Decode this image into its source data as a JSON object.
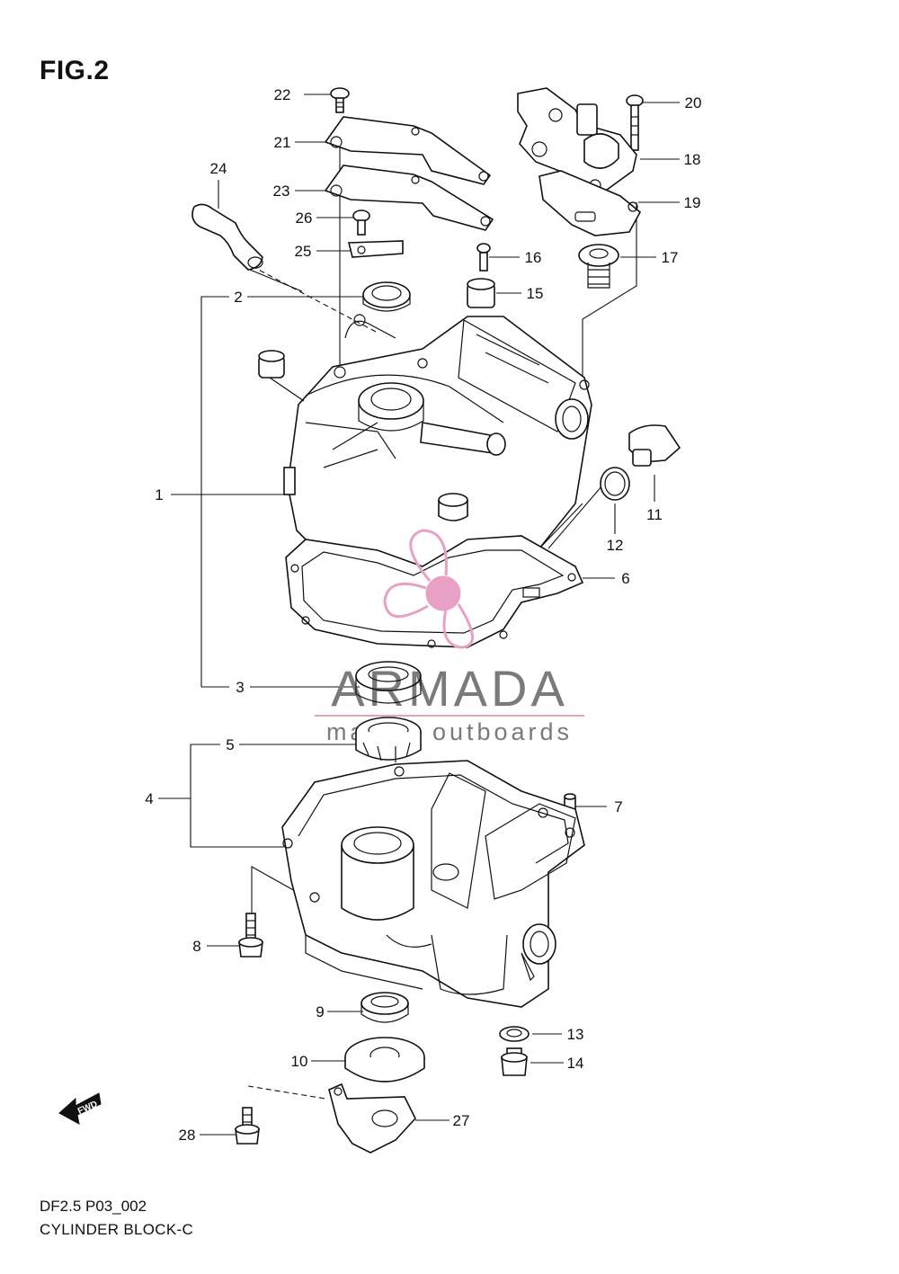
{
  "figure": {
    "title": "FIG.2",
    "code": "DF2.5 P03_002",
    "name": "CYLINDER BLOCK-C"
  },
  "watermark": {
    "brand": "ARMADA",
    "tagline": "marine outboards",
    "colors": {
      "logo": "#e8a0c4",
      "text": "#7a7a7a"
    }
  },
  "fwd_marker": {
    "label": "FWD"
  },
  "callouts": {
    "c1": "1",
    "c2": "2",
    "c3": "3",
    "c4": "4",
    "c5": "5",
    "c6": "6",
    "c7": "7",
    "c8": "8",
    "c9": "9",
    "c10": "10",
    "c11": "11",
    "c12": "12",
    "c13": "13",
    "c14": "14",
    "c15": "15",
    "c16": "16",
    "c17": "17",
    "c18": "18",
    "c19": "19",
    "c20": "20",
    "c21": "21",
    "c22": "22",
    "c23": "23",
    "c24": "24",
    "c25": "25",
    "c26": "26",
    "c27": "27",
    "c28": "28"
  }
}
